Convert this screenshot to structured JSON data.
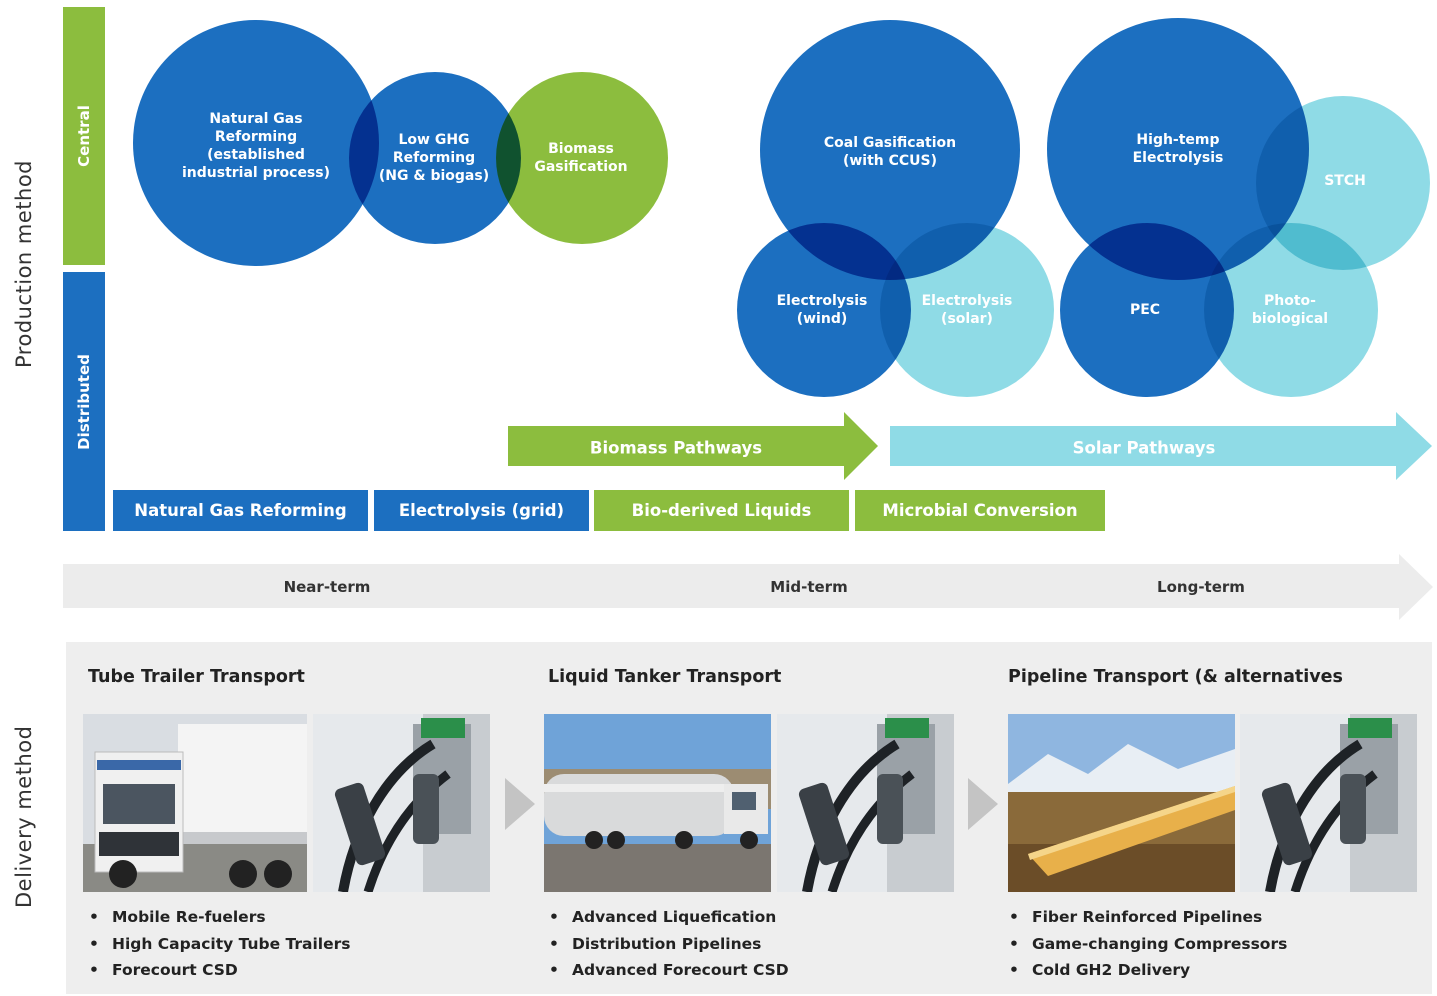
{
  "axes": {
    "production_label": "Production method",
    "delivery_label": "Delivery method",
    "central_label": "Central",
    "distributed_label": "Distributed"
  },
  "circles": [
    {
      "label": "Natural Gas\nReforming\n(established\nindustrial process)",
      "color": "#1c6fc0"
    },
    {
      "label": "Low GHG\nReforming\n(NG & biogas)",
      "color": "#1c6fc0"
    },
    {
      "label": "Biomass\nGasification",
      "color": "#8cbd3e"
    },
    {
      "label": "Coal Gasification\n(with CCUS)",
      "color": "#1c6fc0"
    },
    {
      "label": "Electrolysis\n(wind)",
      "color": "#1c6fc0"
    },
    {
      "label": "Electrolysis\n(solar)",
      "color": "#8fdbe6"
    },
    {
      "label": "High-temp\nElectrolysis",
      "color": "#1c6fc0"
    },
    {
      "label": "STCH",
      "color": "#8fdbe6"
    },
    {
      "label": "PEC",
      "color": "#1c6fc0"
    },
    {
      "label": "Photo-\nbiological",
      "color": "#8fdbe6"
    }
  ],
  "pathways": {
    "biomass": "Biomass Pathways",
    "solar": "Solar Pathways"
  },
  "distributed_boxes": [
    {
      "label": "Natural Gas Reforming",
      "color": "#1c6fc0"
    },
    {
      "label": "Electrolysis (grid)",
      "color": "#1c6fc0"
    },
    {
      "label": "Bio-derived Liquids",
      "color": "#8cbd3e"
    },
    {
      "label": "Microbial Conversion",
      "color": "#8cbd3e"
    }
  ],
  "timeline": {
    "near": "Near-term",
    "mid": "Mid-term",
    "long": "Long-term"
  },
  "delivery": {
    "panels": [
      {
        "title": "Tube Trailer Transport",
        "bullets": [
          "Mobile Re-fuelers",
          "High Capacity Tube Trailers",
          "Forecourt CSD"
        ]
      },
      {
        "title": "Liquid Tanker Transport",
        "bullets": [
          "Advanced Liquefication",
          "Distribution Pipelines",
          "Advanced Forecourt CSD"
        ]
      },
      {
        "title": "Pipeline Transport (& alternatives",
        "bullets": [
          "Fiber Reinforced Pipelines",
          "Game-changing Compressors",
          "Cold GH2 Delivery"
        ]
      }
    ]
  },
  "colors": {
    "blue": "#1c6fc0",
    "green": "#8cbd3e",
    "cyan": "#8fdbe6",
    "gray_arrow": "#ececec",
    "panel_bg": "#eeeeee"
  }
}
